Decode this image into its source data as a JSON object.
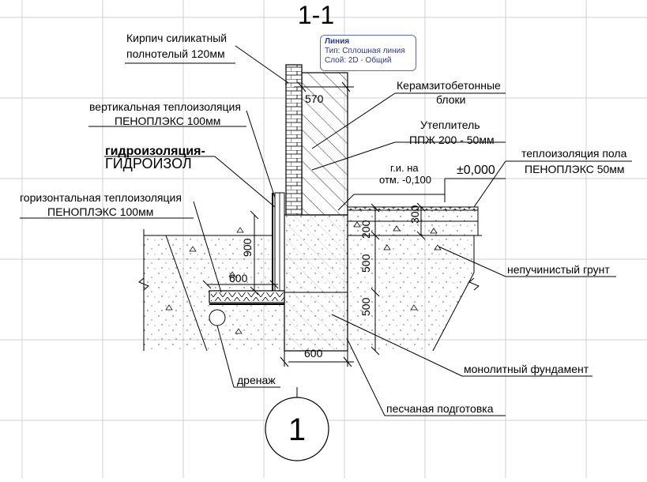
{
  "section_title": "1-1",
  "axis_marker": "1",
  "tooltip": {
    "title": "Линия",
    "type_line": "Тип: Сплошная линия",
    "layer_line": "Слой: 2D - Общий"
  },
  "callouts": {
    "brick_1": "Кирпич силикатный",
    "brick_2": "полнотелый 120мм",
    "vert_ins_1": "вертикальная теплоизоляция",
    "vert_ins_2": "ПЕНОПЛЭКС 100мм",
    "waterproof_1": "гидроизоляция-",
    "waterproof_2": "ГИДРОИЗОЛ",
    "horiz_ins_1": "горизонтальная теплоизоляция",
    "horiz_ins_2": "ПЕНОПЛЭКС 100мм",
    "blocks_1": "Керамзитобетонные",
    "blocks_2": "блоки",
    "insul_1": "Утеплитель",
    "insul_2": "ППЖ 200 - 50мм",
    "floor_ins_1": "теплоизоляция пола",
    "floor_ins_2": "ПЕНОПЛЭКС 50мм",
    "soil": "непучинистый грунт",
    "foundation": "монолитный фундамент",
    "sand": "песчаная подготовка",
    "drainage": "дренаж"
  },
  "levels": {
    "zero": "±0,000",
    "ground_1": "г.и. на",
    "ground_2": "отм. -0,100"
  },
  "dimensions": {
    "wall_width": "570",
    "floor_300": "300",
    "plinth_200": "200",
    "found_upper": "500",
    "found_lower": "500",
    "depth_900": "900",
    "horiz_600": "600",
    "base_600": "600"
  }
}
